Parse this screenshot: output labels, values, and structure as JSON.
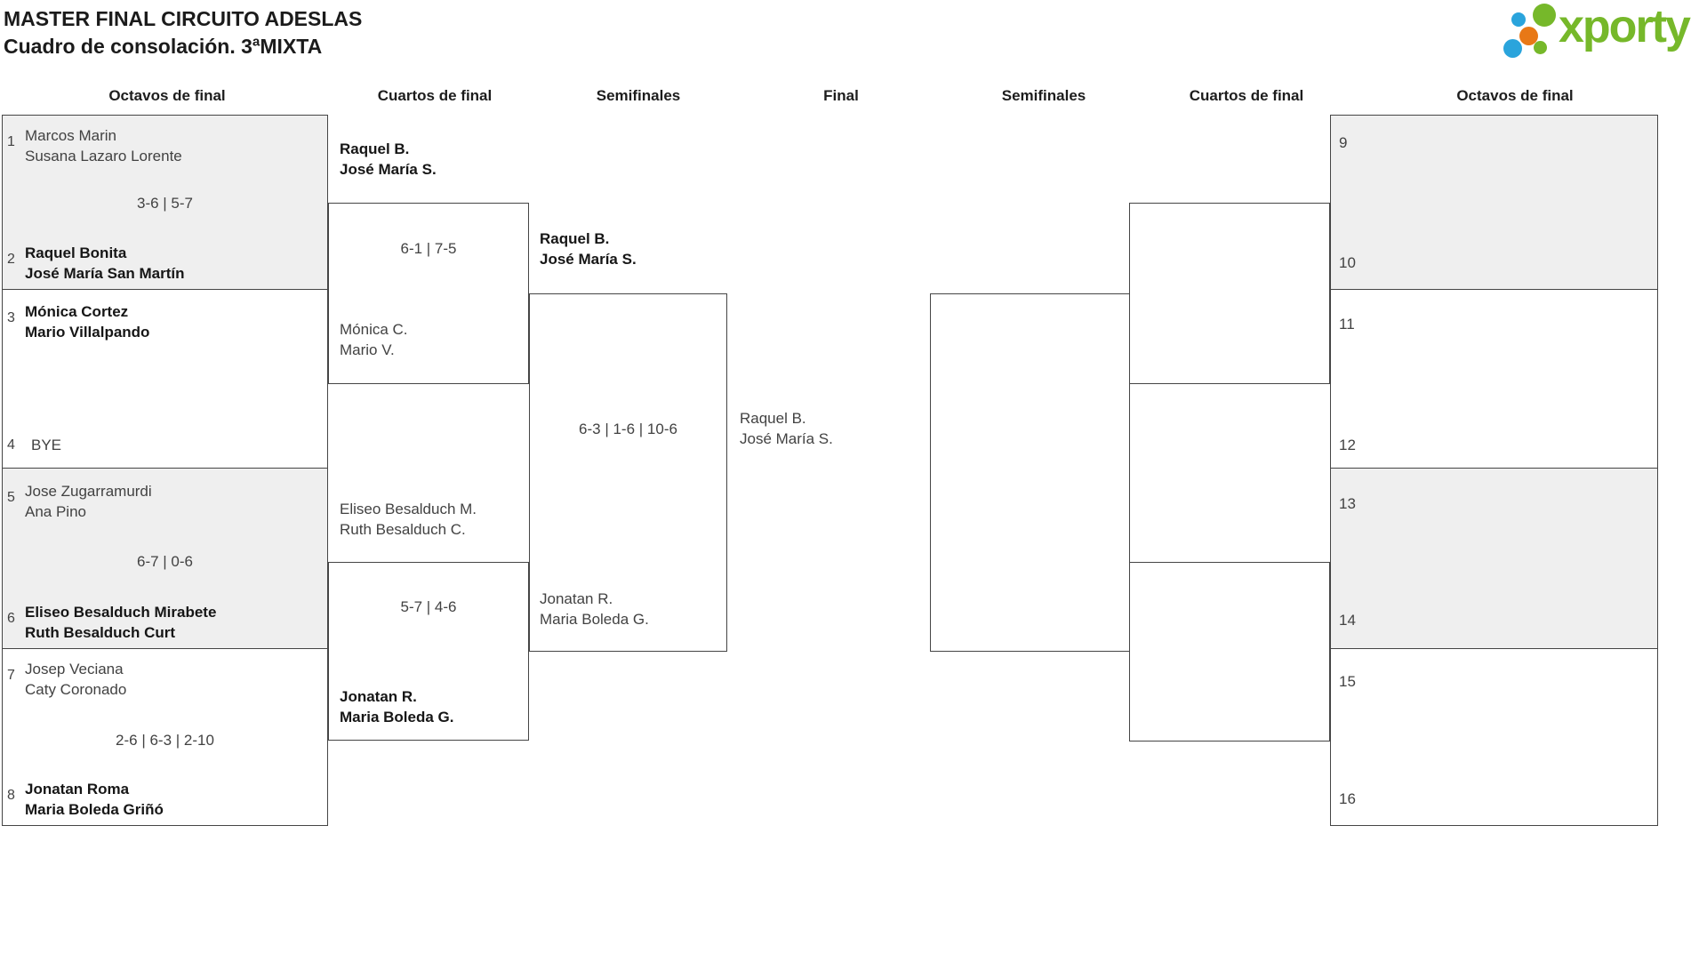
{
  "header": {
    "title_line1": "MASTER FINAL CIRCUITO ADESLAS",
    "title_line2": "Cuadro de consolación. 3ªMIXTA",
    "logo_text": "xporty"
  },
  "colors": {
    "logo_green": "#76b82a",
    "logo_blue": "#2aa4dc",
    "logo_orange": "#e87816",
    "box_border": "#454545",
    "shaded_box_bg": "#efefef"
  },
  "round_headers": [
    "Octavos de final",
    "Cuartos de final",
    "Semifinales",
    "Final",
    "Semifinales",
    "Cuartos de final",
    "Octavos de final"
  ],
  "round16_left": [
    {
      "seed": "1",
      "line1": "Marcos Marin",
      "line2": "Susana Lazaro Lorente"
    },
    {
      "seed": "2",
      "line1": "Raquel Bonita",
      "line2": "José María San Martín"
    },
    {
      "seed": "3",
      "line1": "Mónica Cortez",
      "line2": "Mario Villalpando"
    },
    {
      "seed": "4",
      "line1": "BYE",
      "line2": ""
    },
    {
      "seed": "5",
      "line1": "Jose Zugarramurdi",
      "line2": "Ana Pino"
    },
    {
      "seed": "6",
      "line1": "Eliseo Besalduch Mirabete",
      "line2": "Ruth Besalduch Curt"
    },
    {
      "seed": "7",
      "line1": "Josep Veciana",
      "line2": "Caty Coronado"
    },
    {
      "seed": "8",
      "line1": "Jonatan Roma",
      "line2": "Maria Boleda Griñó"
    }
  ],
  "round16_scores": [
    "3-6 | 5-7",
    "",
    "6-7 | 0-6",
    "2-6 | 6-3 | 2-10"
  ],
  "quarterfinals_left": [
    {
      "top1": "Raquel B.",
      "top2": "José María S.",
      "score": "6-1 | 7-5",
      "bottom1": "Mónica C.",
      "bottom2": "Mario V."
    },
    {
      "top1": "Eliseo Besalduch M.",
      "top2": "Ruth Besalduch C.",
      "score": "5-7 | 4-6",
      "bottom1": "Jonatan R.",
      "bottom2": "Maria Boleda G."
    }
  ],
  "semifinal_left": {
    "top1": "Raquel B.",
    "top2": "José María S.",
    "score": "6-3 | 1-6 | 10-6",
    "bottom1": "Jonatan R.",
    "bottom2": "Maria Boleda G."
  },
  "final": {
    "winner1": "Raquel B.",
    "winner2": "José María S."
  },
  "round16_right": [
    {
      "seed": "9"
    },
    {
      "seed": "10"
    },
    {
      "seed": "11"
    },
    {
      "seed": "12"
    },
    {
      "seed": "13"
    },
    {
      "seed": "14"
    },
    {
      "seed": "15"
    },
    {
      "seed": "16"
    }
  ]
}
